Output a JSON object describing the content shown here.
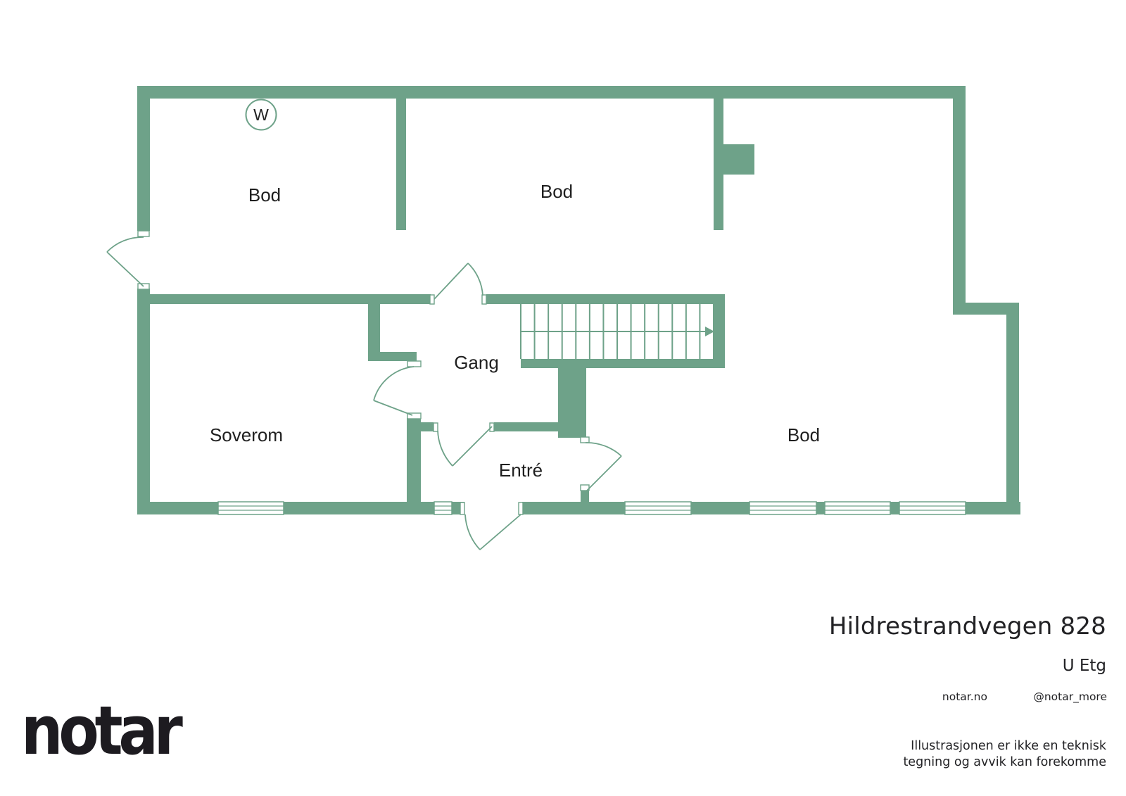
{
  "floorplan": {
    "rooms": [
      {
        "id": "bod-top-left",
        "label": "Bod"
      },
      {
        "id": "bod-top-middle",
        "label": "Bod"
      },
      {
        "id": "gang",
        "label": "Gang"
      },
      {
        "id": "soverom",
        "label": "Soverom"
      },
      {
        "id": "entre",
        "label": "Entré"
      },
      {
        "id": "bod-right",
        "label": "Bod"
      }
    ],
    "washer_symbol": "W",
    "stairs": {
      "tread_count": 14,
      "direction": "right"
    }
  },
  "colors": {
    "wall": "#6EA289",
    "label_text": "#1f1f1f",
    "footer_text": "#222225"
  },
  "footer": {
    "address": "Hildrestrandvegen 828",
    "floor": "U Etg",
    "website": "notar.no",
    "social": "@notar_more",
    "disclaimer": [
      "Illustrasjonen er ikke en teknisk",
      "tegning og avvik kan forekomme"
    ],
    "brand": "notar"
  }
}
